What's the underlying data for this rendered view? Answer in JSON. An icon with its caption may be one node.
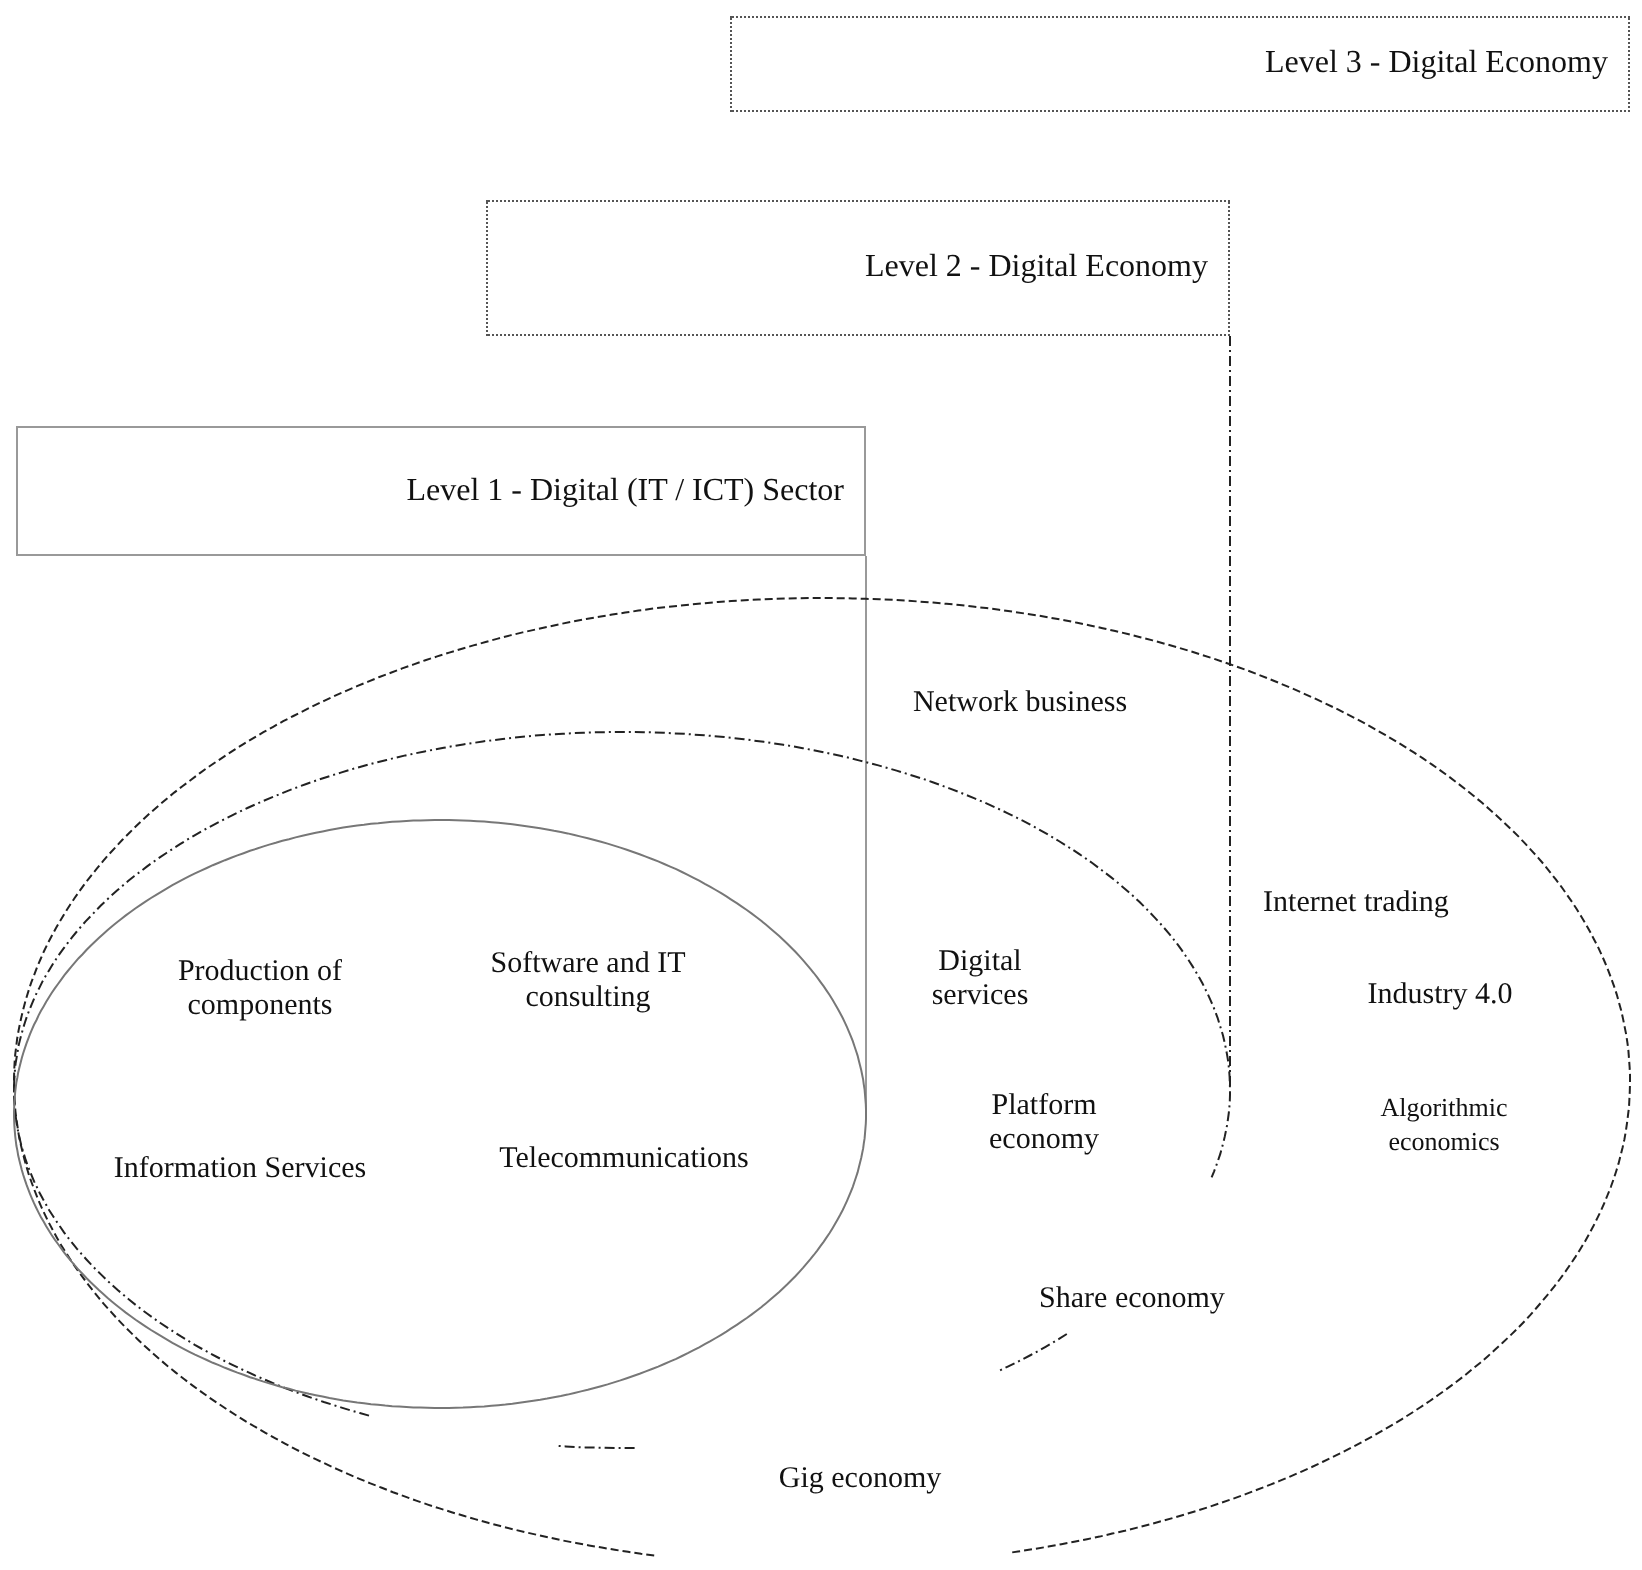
{
  "diagram": {
    "nodes": [
      {
        "text": [
          "Level 3 - Digital Economy"
        ]
      },
      {
        "text": [
          "Level 2 - Digital Economy"
        ]
      },
      {
        "text": [
          "Level 1 - Digital (IT / ICT) Sector"
        ]
      },
      {
        "text": [
          "Network business",
          "Internet trading",
          "Industry 4.0",
          "Algorithmic economics",
          "Gig economy"
        ]
      },
      {
        "text": [
          "Digital services",
          "Platform economy",
          "Share economy"
        ],
        "in": 3
      },
      {
        "text": [
          "Production of components",
          "Software and IT consulting",
          "Information Services",
          "Telecommunications"
        ],
        "in": 4
      }
    ],
    "edges": [
      {
        "from": 2,
        "to": 5,
        "arrow": "none"
      },
      {
        "from": 1,
        "to": 4,
        "arrow": "none",
        "style": "dashed",
        "color": "#222222"
      }
    ]
  }
}
